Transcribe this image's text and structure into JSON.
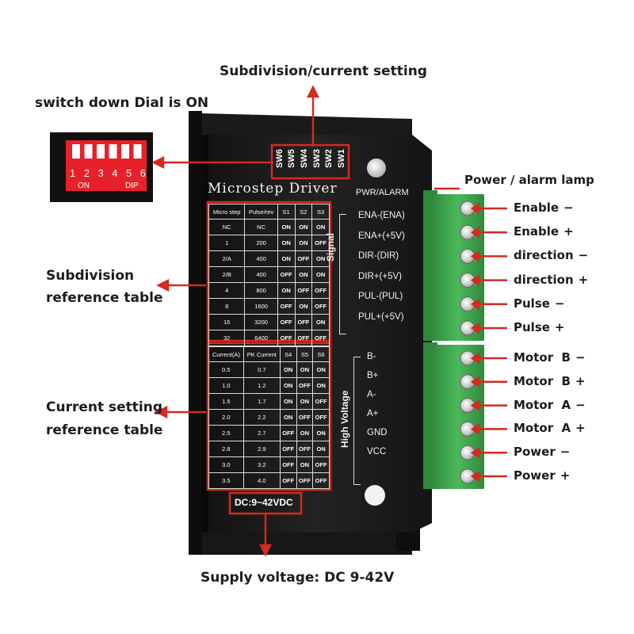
{
  "callouts": {
    "subdivision_current_setting": "Subdivision/current setting",
    "switch_down": "switch down Dial is ON",
    "subdivision_table_line1": "Subdivision",
    "subdivision_table_line2": "reference table",
    "current_table_line1": "Current setting",
    "current_table_line2": "reference table",
    "supply_voltage": "Supply voltage: DC 9-42V",
    "power_lamp": "Power / alarm  lamp"
  },
  "dip_switch": {
    "numbers": [
      "1",
      "2",
      "3",
      "4",
      "5",
      "6"
    ],
    "on_label": "ON",
    "dip_label": "DIP"
  },
  "driver": {
    "title": "Microstep Driver",
    "switch_labels": [
      "SW6",
      "SW5",
      "SW4",
      "SW3",
      "SW2",
      "SW1"
    ],
    "pwr_alarm": "PWR/ALARM",
    "signal_label": "Signal",
    "high_voltage_label": "High Voltage",
    "supply_badge": "DC:9~42VDC",
    "signal_pins": [
      "ENA-(ENA)",
      "ENA+(+5V)",
      "DIR-(DIR)",
      "DIR+(+5V)",
      "PUL-(PUL)",
      "PUL+(+5V)"
    ],
    "power_pins": [
      "B-",
      "B+",
      "A-",
      "A+",
      "GND",
      "VCC"
    ]
  },
  "subdivision_table": {
    "headers": [
      "Micro step",
      "Pulse/rev",
      "S1",
      "S2",
      "S3"
    ],
    "rows": [
      [
        "NC",
        "NC",
        "ON",
        "ON",
        "ON"
      ],
      [
        "1",
        "200",
        "ON",
        "ON",
        "OFF"
      ],
      [
        "2/A",
        "400",
        "ON",
        "OFF",
        "ON"
      ],
      [
        "2/B",
        "400",
        "OFF",
        "ON",
        "ON"
      ],
      [
        "4",
        "800",
        "ON",
        "OFF",
        "OFF"
      ],
      [
        "8",
        "1600",
        "OFF",
        "ON",
        "OFF"
      ],
      [
        "16",
        "3200",
        "OFF",
        "OFF",
        "ON"
      ],
      [
        "32",
        "6400",
        "OFF",
        "OFF",
        "OFF"
      ]
    ]
  },
  "current_table": {
    "headers": [
      "Current(A)",
      "PK Current",
      "S4",
      "S5",
      "S6"
    ],
    "rows": [
      [
        "0.5",
        "0.7",
        "ON",
        "ON",
        "ON"
      ],
      [
        "1.0",
        "1.2",
        "ON",
        "OFF",
        "ON"
      ],
      [
        "1.5",
        "1.7",
        "ON",
        "ON",
        "OFF"
      ],
      [
        "2.0",
        "2.2",
        "ON",
        "OFF",
        "OFF"
      ],
      [
        "2.5",
        "2.7",
        "OFF",
        "ON",
        "ON"
      ],
      [
        "2.8",
        "2.9",
        "OFF",
        "OFF",
        "ON"
      ],
      [
        "3.0",
        "3.2",
        "OFF",
        "ON",
        "OFF"
      ],
      [
        "3.5",
        "4.0",
        "OFF",
        "OFF",
        "OFF"
      ]
    ]
  },
  "pin_labels": [
    {
      "name": "Enable",
      "sign": "−"
    },
    {
      "name": "Enable",
      "sign": "+"
    },
    {
      "name": "direction",
      "sign": "−"
    },
    {
      "name": "direction",
      "sign": "+"
    },
    {
      "name": "Pulse",
      "sign": "−"
    },
    {
      "name": "Pulse",
      "sign": "+"
    },
    {
      "name": "Motor  B",
      "sign": "−"
    },
    {
      "name": "Motor  B",
      "sign": "+"
    },
    {
      "name": "Motor  A",
      "sign": "−"
    },
    {
      "name": "Motor  A",
      "sign": "+"
    },
    {
      "name": "Power",
      "sign": "−"
    },
    {
      "name": "Power",
      "sign": "+"
    }
  ],
  "colors": {
    "accent_red": "#d42a20",
    "driver_body": "#1b1b1b",
    "terminal_green": "#3da04a",
    "dip_red": "#e8202a"
  }
}
